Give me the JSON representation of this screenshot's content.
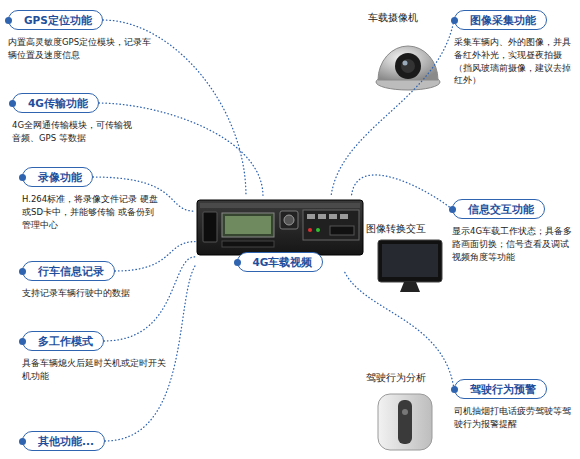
{
  "diagram": {
    "nodes": [
      {
        "text": [
          "GPS定位功能",
          "内置高灵敏度GPS定位模块，记录车辆位置及速度信息"
        ]
      },
      {
        "text": [
          "4G传输功能",
          "4G全网通传输模块，可传输视音频、GPS 等数据"
        ]
      },
      {
        "text": [
          "录像功能",
          "H.264标准，将录像文件记录 硬盘或SD卡中，并能够传输 或备份到管理中心"
        ]
      },
      {
        "text": [
          "行车信息记录",
          "支持记录车辆行驶中的数据"
        ]
      },
      {
        "text": [
          "多工作模式",
          "具备车辆熄火后延时关机或定时开关机功能"
        ]
      },
      {
        "text": [
          "其他功能..."
        ]
      },
      {
        "text": [
          "4G车载视频"
        ]
      },
      {
        "text": [
          "图像采集功能",
          "采集车辆内、外的图像，并具备红外补光，实现昼夜拍摄（挡风玻璃前摄像，建议去掉红外）"
        ]
      },
      {
        "text": [
          "信息交互功能",
          "显示4G车载工作状态；具备多路画面切换；信号查看及调试视频角度等功能"
        ]
      },
      {
        "text": [
          "驾驶行为预警",
          "司机抽烟打电话疲劳驾驶等驾驶行为报警提醒"
        ]
      }
    ],
    "edges": [
      {
        "from": 0,
        "to": 6,
        "arrow": "none"
      },
      {
        "from": 1,
        "to": 6,
        "arrow": "none"
      },
      {
        "from": 2,
        "to": 6,
        "arrow": "none"
      },
      {
        "from": 3,
        "to": 6,
        "arrow": "none"
      },
      {
        "from": 4,
        "to": 6,
        "arrow": "none"
      },
      {
        "from": 5,
        "to": 6,
        "arrow": "none"
      },
      {
        "from": 7,
        "to": 6,
        "arrow": "none"
      },
      {
        "from": 8,
        "to": 6,
        "arrow": "none"
      },
      {
        "from": 9,
        "to": 6,
        "arrow": "none"
      }
    ],
    "labels": [
      "车载摄像机",
      "图像转换交互",
      "驾驶行为分析"
    ]
  }
}
